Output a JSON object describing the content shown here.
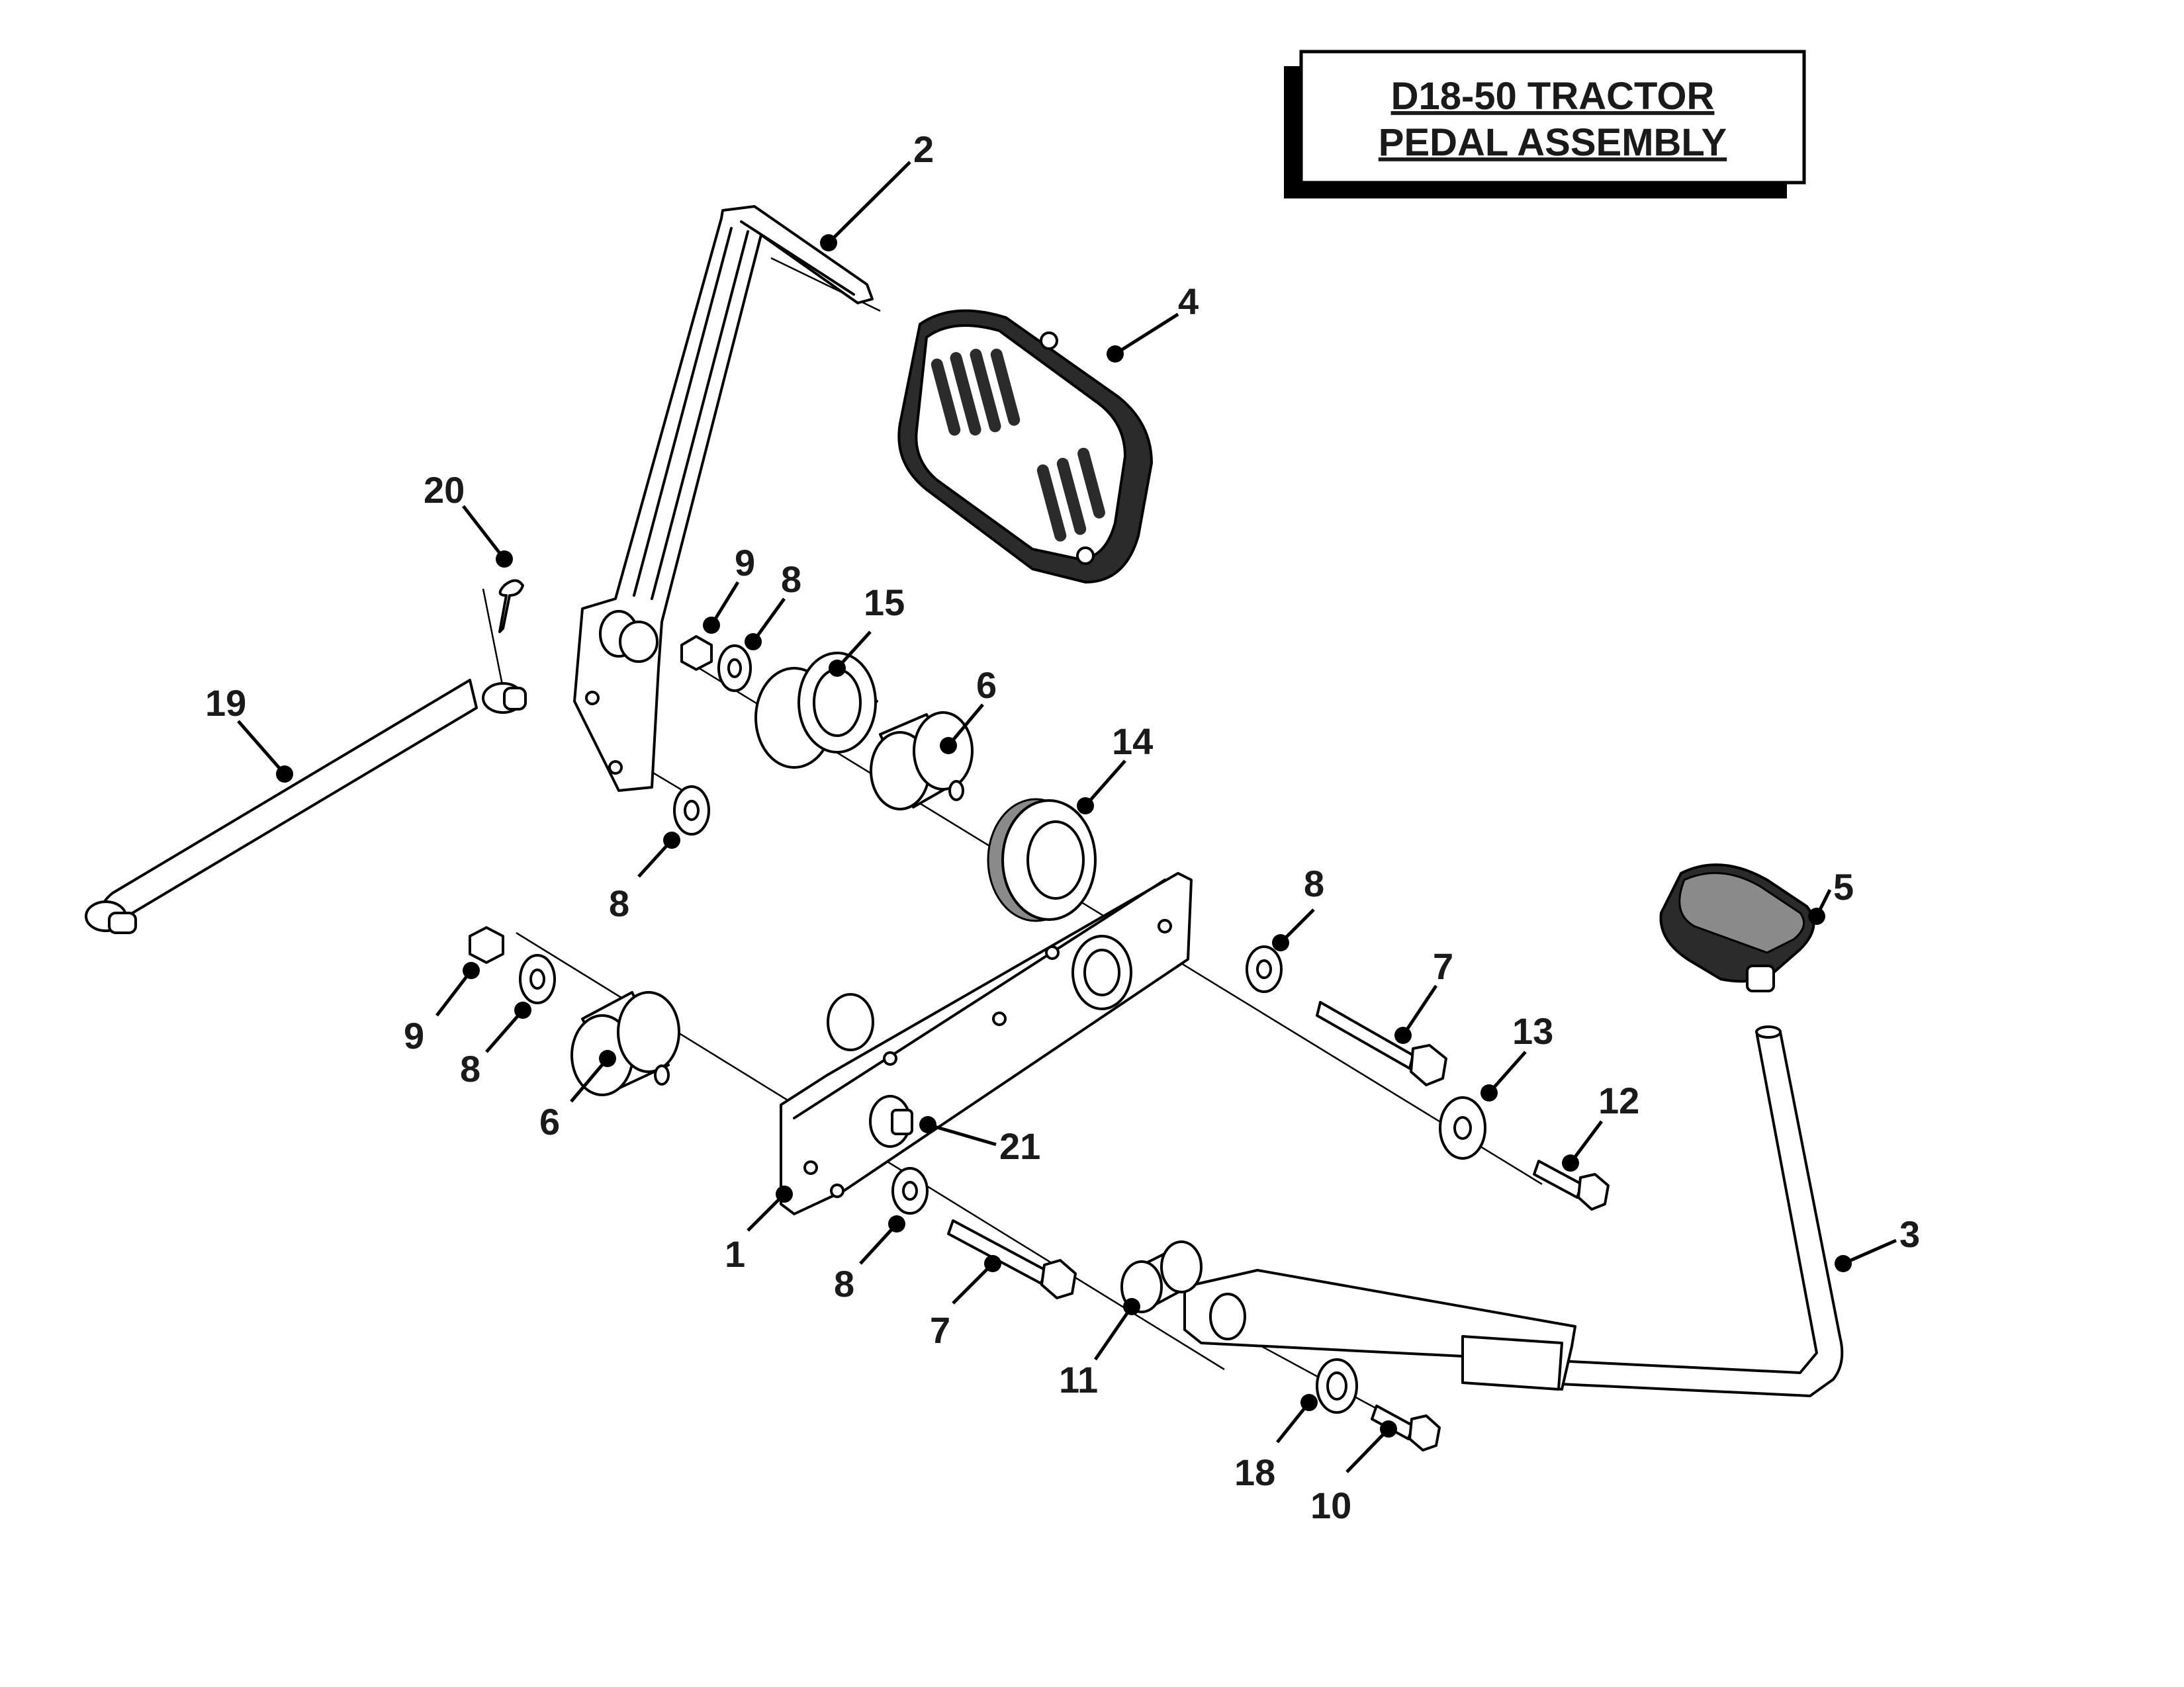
{
  "title": {
    "line1": "D18-50 TRACTOR",
    "line2": "PEDAL ASSEMBLY"
  },
  "callouts": [
    {
      "id": "c2a",
      "label": "2"
    },
    {
      "id": "c4a",
      "label": "4"
    },
    {
      "id": "c20a",
      "label": "20"
    },
    {
      "id": "c9a",
      "label": "9"
    },
    {
      "id": "c8a",
      "label": "8"
    },
    {
      "id": "c15a",
      "label": "15"
    },
    {
      "id": "c6a",
      "label": "6"
    },
    {
      "id": "c19a",
      "label": "19"
    },
    {
      "id": "c14a",
      "label": "14"
    },
    {
      "id": "c8b",
      "label": "8"
    },
    {
      "id": "c8c",
      "label": "8"
    },
    {
      "id": "c7a",
      "label": "7"
    },
    {
      "id": "c5a",
      "label": "5"
    },
    {
      "id": "c13a",
      "label": "13"
    },
    {
      "id": "c12a",
      "label": "12"
    },
    {
      "id": "c9b",
      "label": "9"
    },
    {
      "id": "c8d",
      "label": "8"
    },
    {
      "id": "c6b",
      "label": "6"
    },
    {
      "id": "c21a",
      "label": "21"
    },
    {
      "id": "c1a",
      "label": "1"
    },
    {
      "id": "c8e",
      "label": "8"
    },
    {
      "id": "c7b",
      "label": "7"
    },
    {
      "id": "c11a",
      "label": "11"
    },
    {
      "id": "c3a",
      "label": "3"
    },
    {
      "id": "c18a",
      "label": "18"
    },
    {
      "id": "c10a",
      "label": "10"
    }
  ]
}
